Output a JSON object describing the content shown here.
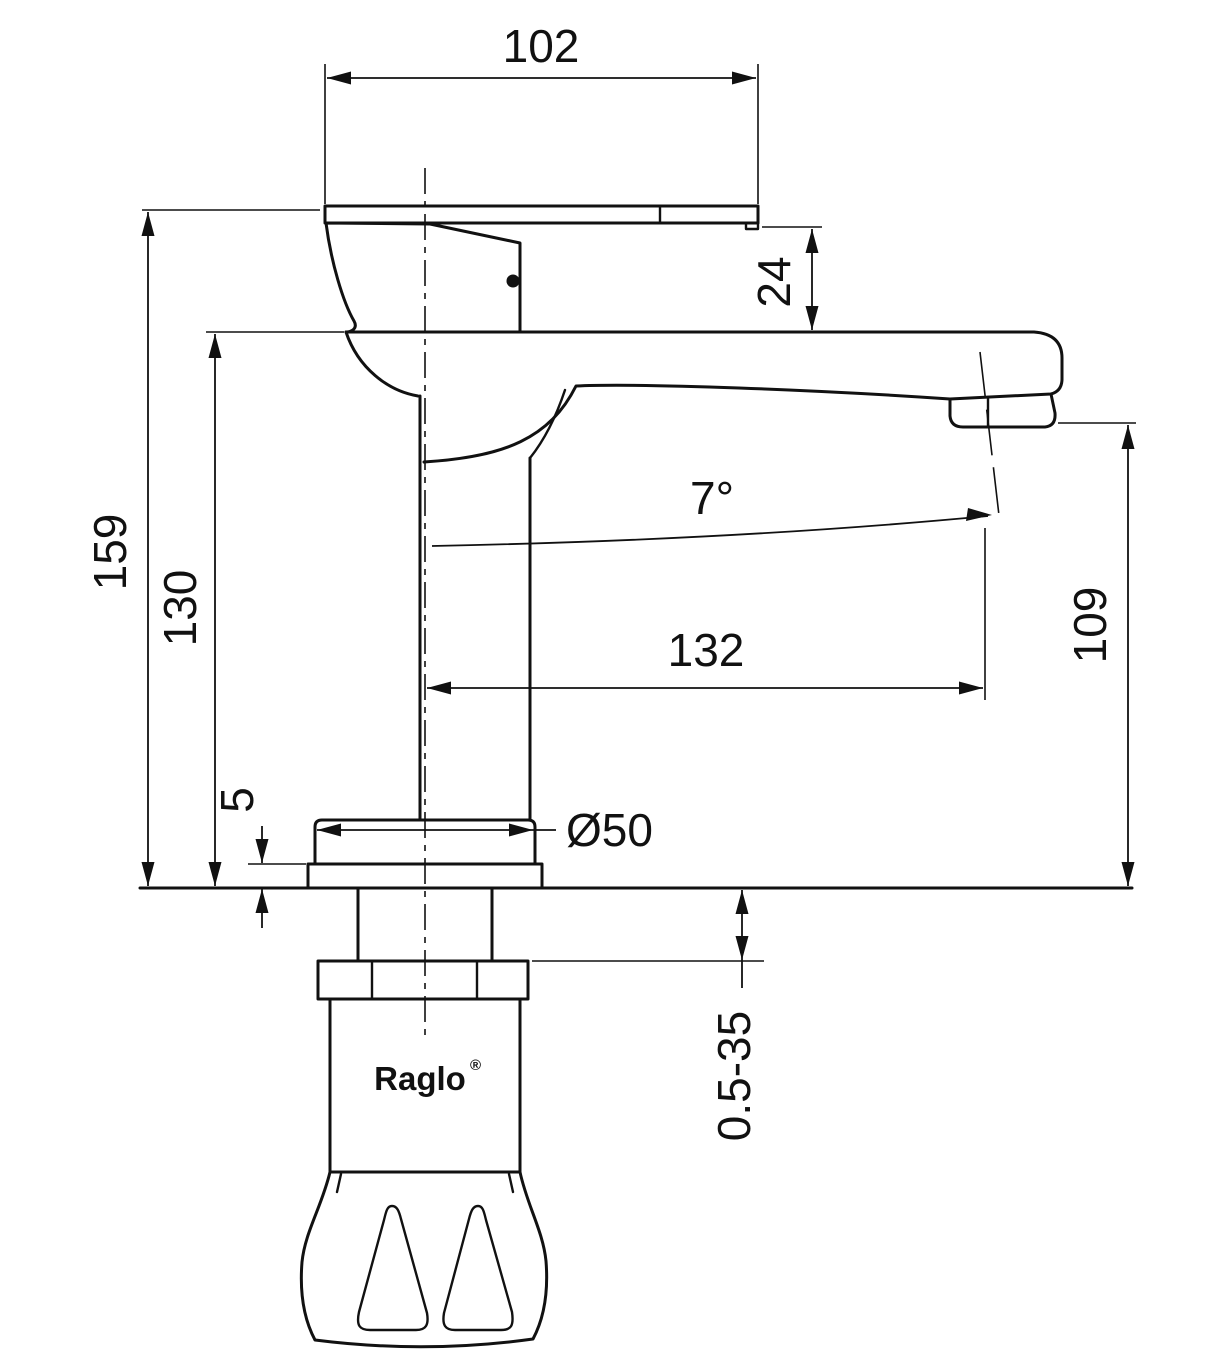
{
  "drawing": {
    "type": "technical-dimension-drawing",
    "product": "single-lever basin faucet, side elevation",
    "brand": "Raglo",
    "registered_mark": "®",
    "line_color": "#111111",
    "background_color": "#ffffff",
    "dimensions": {
      "top_width": "102",
      "handle_to_spout_drop": "24",
      "overall_height": "159",
      "body_height": "130",
      "spout_angle": "7°",
      "spout_reach": "132",
      "outlet_height": "109",
      "base_plate_thickness": "5",
      "base_diameter": "Ø50",
      "mounting_thickness_range": "0.5-35"
    }
  }
}
